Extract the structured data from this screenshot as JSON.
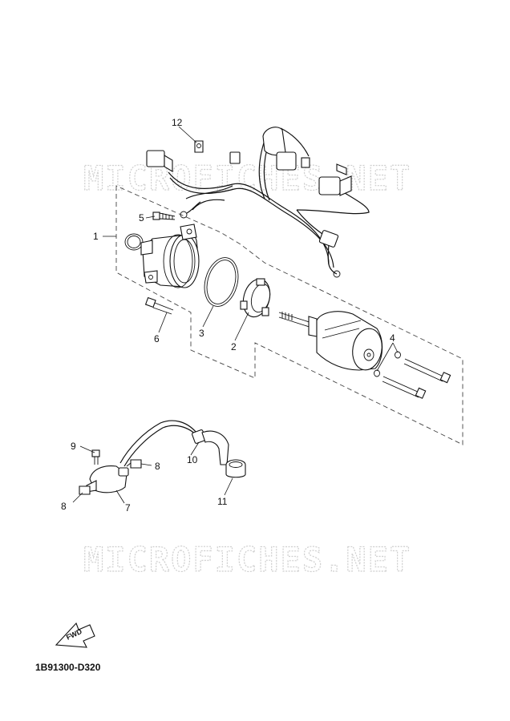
{
  "watermarks": [
    "MICROFICHES.NET",
    "MICROFICHES.NET"
  ],
  "diagram_code": "1B91300-D320",
  "fwd_label": "FWD",
  "callouts": {
    "c1": "1",
    "c2": "2",
    "c3": "3",
    "c4": "4",
    "c5": "5",
    "c6": "6",
    "c7": "7",
    "c8a": "8",
    "c8b": "8",
    "c9": "9",
    "c10": "10",
    "c11": "11",
    "c12": "12"
  }
}
